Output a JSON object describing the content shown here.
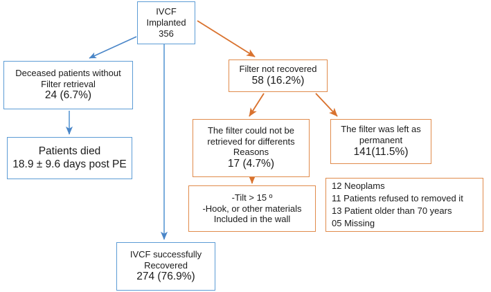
{
  "diagram": {
    "title": "IVCF implantation and retrieval flowchart",
    "colors": {
      "blue_border": "#5b9bd5",
      "orange_border": "#e08a4a",
      "blue_arrow": "#4a86c8",
      "orange_arrow": "#d9722e",
      "background": "#ffffff",
      "text": "#1a1a1a"
    },
    "nodes": [
      {
        "id": "ivcf-implanted",
        "color": "blue",
        "lines": [
          "IVCF",
          "Implanted",
          "356"
        ]
      },
      {
        "id": "deceased-without-retrieval",
        "color": "blue",
        "lines": [
          "Deceased patients without",
          "Filter retrieval",
          "24 (6.7%)"
        ]
      },
      {
        "id": "patients-died",
        "color": "blue",
        "lines": [
          "Patients died",
          "18.9 ± 9.6 days post PE"
        ]
      },
      {
        "id": "filter-not-recovered",
        "color": "orange",
        "lines": [
          "Filter not recovered",
          "58 (16.2%)"
        ]
      },
      {
        "id": "filter-not-retrieved-reasons",
        "color": "orange",
        "lines": [
          "The filter could not be",
          "retrieved for differents",
          "Reasons",
          "17 (4.7%)"
        ]
      },
      {
        "id": "filter-left-permanent",
        "color": "orange",
        "lines": [
          "The filter was left as",
          "permanent",
          "141(11.5%)"
        ]
      },
      {
        "id": "tilt-hook-reasons",
        "color": "orange",
        "lines": [
          "-Tilt > 15 º",
          "-Hook, or other materials",
          "Included in the wall"
        ]
      },
      {
        "id": "permanent-reason-list",
        "color": "orange",
        "lines": [
          "12 Neoplams",
          "11 Patients refused to removed it",
          "13 Patient older than 70 years",
          "05 Missing"
        ]
      },
      {
        "id": "ivcf-successfully-recovered",
        "color": "blue",
        "lines": [
          "IVCF successfully",
          "Recovered",
          "274 (76.9%)"
        ]
      }
    ],
    "connectors": [
      {
        "id": "implanted-to-deceased",
        "color": "blue"
      },
      {
        "id": "implanted-to-filter-not-recovered",
        "color": "orange"
      },
      {
        "id": "implanted-to-recovered",
        "color": "blue"
      },
      {
        "id": "deceased-to-died",
        "color": "blue"
      },
      {
        "id": "not-recovered-to-reasons",
        "color": "orange"
      },
      {
        "id": "not-recovered-to-permanent",
        "color": "orange"
      },
      {
        "id": "reasons-to-tilt",
        "color": "orange"
      }
    ]
  }
}
